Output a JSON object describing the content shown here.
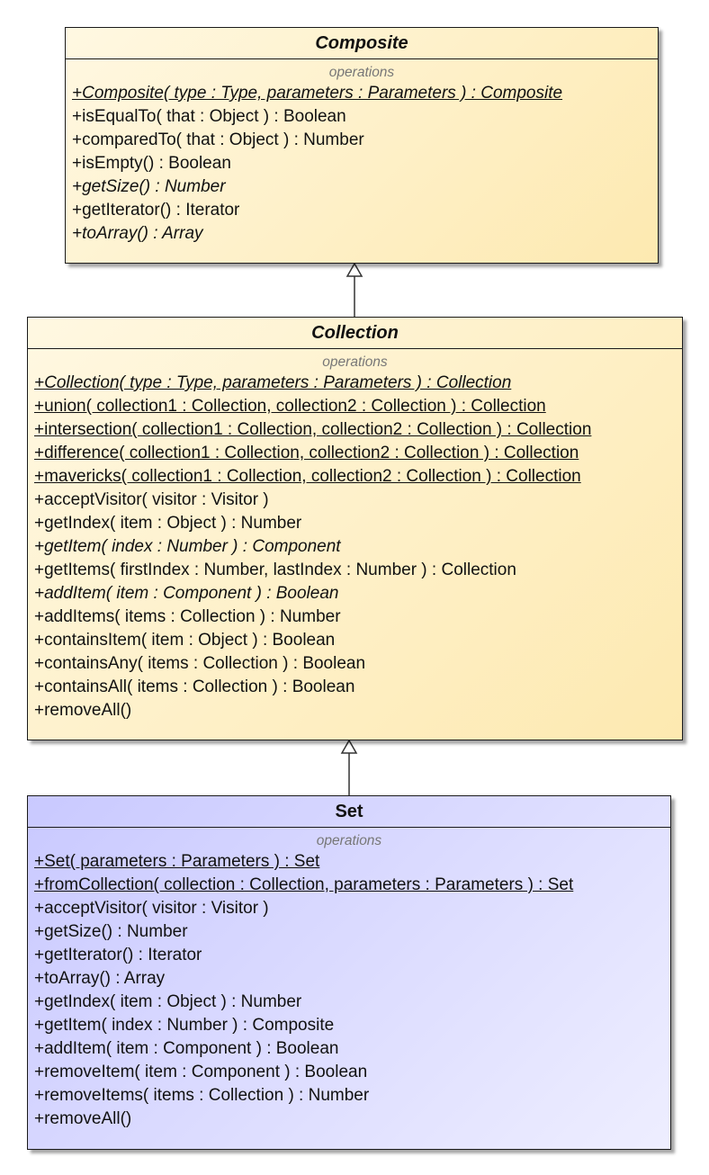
{
  "composite": {
    "name": "Composite",
    "section_label": "operations",
    "operations": [
      {
        "text": "+Composite( type : Type, parameters : Parameters ) : Composite",
        "static": true,
        "abstract": true
      },
      {
        "text": "+isEqualTo( that : Object ) : Boolean",
        "static": false,
        "abstract": false
      },
      {
        "text": "+comparedTo( that : Object ) : Number",
        "static": false,
        "abstract": false
      },
      {
        "text": "+isEmpty() : Boolean",
        "static": false,
        "abstract": false
      },
      {
        "text": "+getSize() : Number",
        "static": false,
        "abstract": true
      },
      {
        "text": "+getIterator() : Iterator",
        "static": false,
        "abstract": false
      },
      {
        "text": "+toArray() : Array",
        "static": false,
        "abstract": true
      }
    ]
  },
  "collection": {
    "name": "Collection",
    "section_label": "operations",
    "operations": [
      {
        "text": "+Collection( type : Type, parameters : Parameters ) : Collection",
        "static": true,
        "abstract": true
      },
      {
        "text": "+union( collection1 : Collection, collection2 : Collection ) : Collection",
        "static": true,
        "abstract": false
      },
      {
        "text": "+intersection( collection1 : Collection, collection2 : Collection ) : Collection",
        "static": true,
        "abstract": false
      },
      {
        "text": "+difference( collection1 : Collection, collection2 : Collection ) : Collection",
        "static": true,
        "abstract": false
      },
      {
        "text": "+mavericks( collection1 : Collection, collection2 : Collection ) : Collection",
        "static": true,
        "abstract": false
      },
      {
        "text": "+acceptVisitor( visitor : Visitor )",
        "static": false,
        "abstract": false
      },
      {
        "text": "+getIndex( item : Object ) : Number",
        "static": false,
        "abstract": false
      },
      {
        "text": "+getItem( index : Number ) : Component",
        "static": false,
        "abstract": true
      },
      {
        "text": "+getItems( firstIndex : Number, lastIndex : Number ) : Collection",
        "static": false,
        "abstract": false
      },
      {
        "text": "+addItem( item : Component ) : Boolean",
        "static": false,
        "abstract": true
      },
      {
        "text": "+addItems( items : Collection ) : Number",
        "static": false,
        "abstract": false
      },
      {
        "text": "+containsItem( item : Object ) : Boolean",
        "static": false,
        "abstract": false
      },
      {
        "text": "+containsAny( items : Collection ) : Boolean",
        "static": false,
        "abstract": false
      },
      {
        "text": "+containsAll( items : Collection ) : Boolean",
        "static": false,
        "abstract": false
      },
      {
        "text": "+removeAll()",
        "static": false,
        "abstract": false
      }
    ]
  },
  "set": {
    "name": "Set",
    "section_label": "operations",
    "operations": [
      {
        "text": "+Set( parameters : Parameters ) : Set",
        "static": true,
        "abstract": false
      },
      {
        "text": "+fromCollection( collection : Collection, parameters : Parameters ) : Set",
        "static": true,
        "abstract": false
      },
      {
        "text": "+acceptVisitor( visitor : Visitor )",
        "static": false,
        "abstract": false
      },
      {
        "text": "+getSize() : Number",
        "static": false,
        "abstract": false
      },
      {
        "text": "+getIterator() : Iterator",
        "static": false,
        "abstract": false
      },
      {
        "text": "+toArray() : Array",
        "static": false,
        "abstract": false
      },
      {
        "text": "+getIndex( item : Object ) : Number",
        "static": false,
        "abstract": false
      },
      {
        "text": "+getItem( index : Number ) : Composite",
        "static": false,
        "abstract": false
      },
      {
        "text": "+addItem( item : Component ) : Boolean",
        "static": false,
        "abstract": false
      },
      {
        "text": "+removeItem( item : Component ) : Boolean",
        "static": false,
        "abstract": false
      },
      {
        "text": "+removeItems( items : Collection ) : Number",
        "static": false,
        "abstract": false
      },
      {
        "text": "+removeAll()",
        "static": false,
        "abstract": false
      }
    ]
  }
}
